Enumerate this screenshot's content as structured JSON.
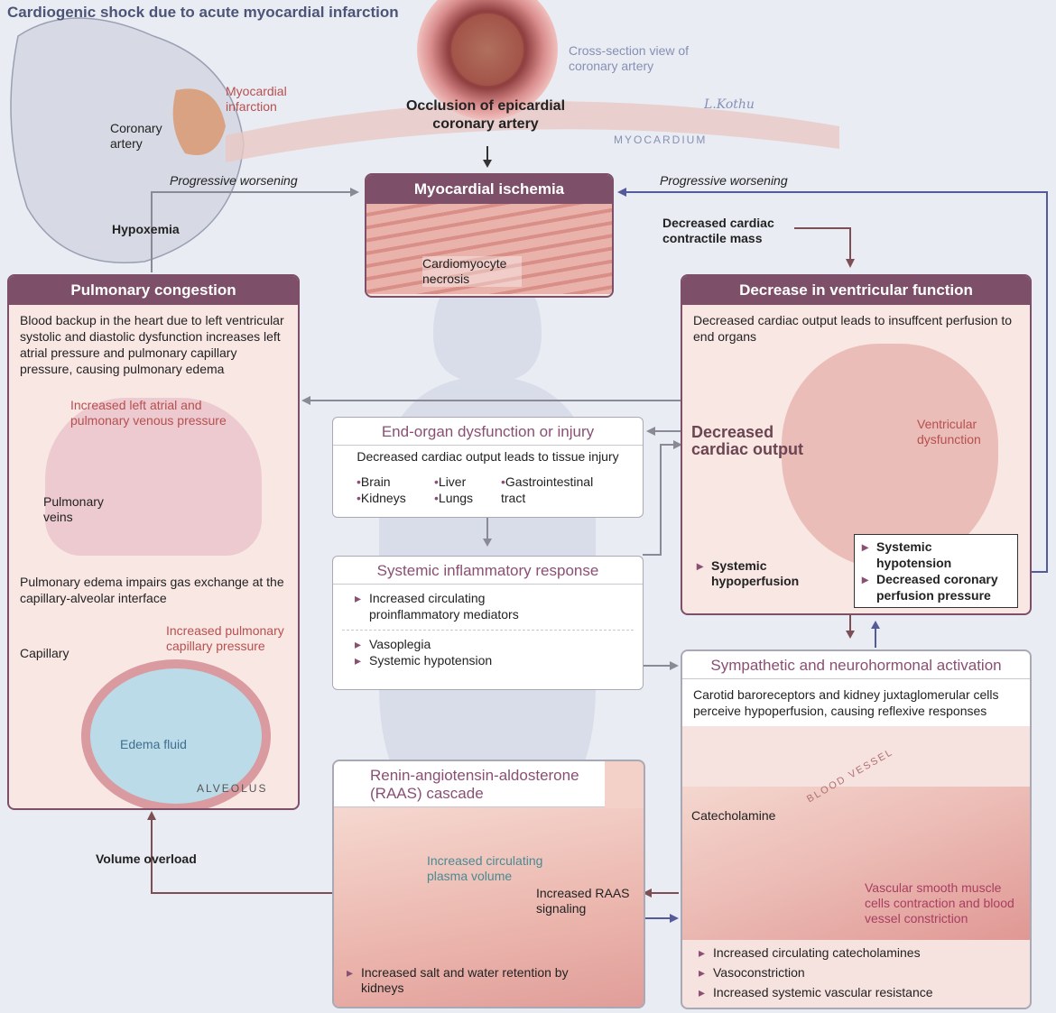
{
  "title": "Cardiogenic shock due to acute myocardial infarction",
  "top": {
    "cross_section": "Cross-section view of coronary artery",
    "occlusion": "Occlusion of epicardial coronary artery",
    "myocardium": "MYOCARDIUM",
    "myocardial_infarction": "Myocardial infarction",
    "coronary_artery": "Coronary artery",
    "signature": "L.Kothu"
  },
  "ischemia": {
    "head": "Myocardial ischemia",
    "necrosis": "Cardiomyocyte necrosis"
  },
  "arrows": {
    "progressive_left": "Progressive worsening",
    "progressive_right": "Progressive worsening",
    "hypoxemia": "Hypoxemia",
    "decreased_mass": "Decreased cardiac contractile mass",
    "volume_overload": "Volume overload"
  },
  "pulmonary": {
    "head": "Pulmonary congestion",
    "text": "Blood backup in the heart due to left ventricular systolic and diastolic dysfunction increases left atrial pressure and pulmonary capillary pressure, causing pulmonary edema",
    "atrial_pressure": "Increased left atrial and pulmonary venous pressure",
    "veins": "Pulmonary veins",
    "edema_text": "Pulmonary edema impairs gas exchange at the capillary-alveolar interface",
    "capillary": "Capillary",
    "cap_pressure": "Increased pulmonary capillary pressure",
    "edema_fluid": "Edema fluid",
    "alveolus": "ALVEOLUS"
  },
  "ventricular": {
    "head": "Decrease in ventricular function",
    "text": "Decreased cardiac output leads to insuffcent perfusion to end organs",
    "decreased_output": "Decreased cardiac output",
    "dysfunction": "Ventricular dysfunction",
    "systemic_hypoperfusion": "Systemic hypoperfusion",
    "box_items": [
      "Systemic hypotension",
      "Decreased coronary perfusion pressure"
    ]
  },
  "end_organ": {
    "head": "End-organ dysfunction or injury",
    "text": "Decreased cardiac output leads to tissue injury",
    "col1": [
      "Brain",
      "Kidneys"
    ],
    "col2": [
      "Liver",
      "Lungs"
    ],
    "col3": "Gastrointestinal tract"
  },
  "inflammatory": {
    "head": "Systemic inflammatory response",
    "items1": [
      "Increased circulating proinflammatory mediators"
    ],
    "items2": [
      "Vasoplegia",
      "Systemic hypotension"
    ]
  },
  "sympathetic": {
    "head": "Sympathetic and neurohormonal activation",
    "text": "Carotid baroreceptors and kidney juxtaglomerular cells perceive hypoperfusion, causing reflexive responses",
    "blood_vessel": "BLOOD VESSEL",
    "catecholamine": "Catecholamine",
    "vsmc": "Vascular smooth muscle cells contraction and blood vessel constriction",
    "items": [
      "Increased circulating catecholamines",
      "Vasoconstriction",
      "Increased systemic vascular resistance"
    ]
  },
  "raas": {
    "head": "Renin-angiotensin-aldosterone (RAAS) cascade",
    "plasma": "Increased circulating plasma volume",
    "signaling": "Increased RAAS signaling",
    "retention": "Increased salt and water retention by kidneys"
  },
  "colors": {
    "panel_head": "#7d4f69",
    "panel_bg": "#f9e7e4",
    "arrow_gray": "#8a8a96",
    "arrow_brown": "#7d4f55",
    "arrow_blue": "#555a9a"
  }
}
